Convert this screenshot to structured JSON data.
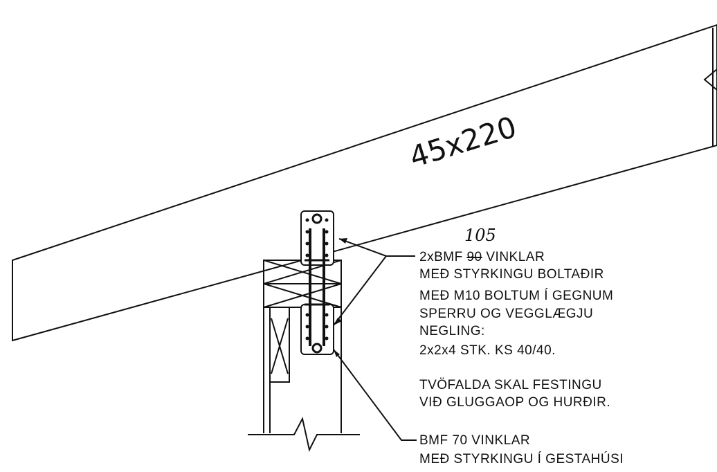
{
  "beam": {
    "size_label": "45x220"
  },
  "bracket_note": {
    "handwritten_correction": "105",
    "line1_prefix": "2xBMF ",
    "line1_struck_value": "90",
    "line1_suffix": " VINKLAR",
    "lines": [
      "MEÐ STYRKINGU BOLTAÐIR",
      "MEÐ M10 BOLTUM Í GEGNUM",
      "SPERRU OG VEGGLÆGJU",
      "NEGLING:",
      "2x2x4  STK.  KS  40/40."
    ],
    "double_lines": [
      "TVÖFALDA SKAL FESTINGU",
      "VIÐ GLUGGAOP OG HURÐIR."
    ]
  },
  "lower_note": {
    "lines": [
      "BMF  70  VINKLAR",
      "MEÐ  STYRKINGU  Í  GESTAHÚSI"
    ]
  },
  "colors": {
    "ink": "#111111",
    "background": "#ffffff"
  }
}
